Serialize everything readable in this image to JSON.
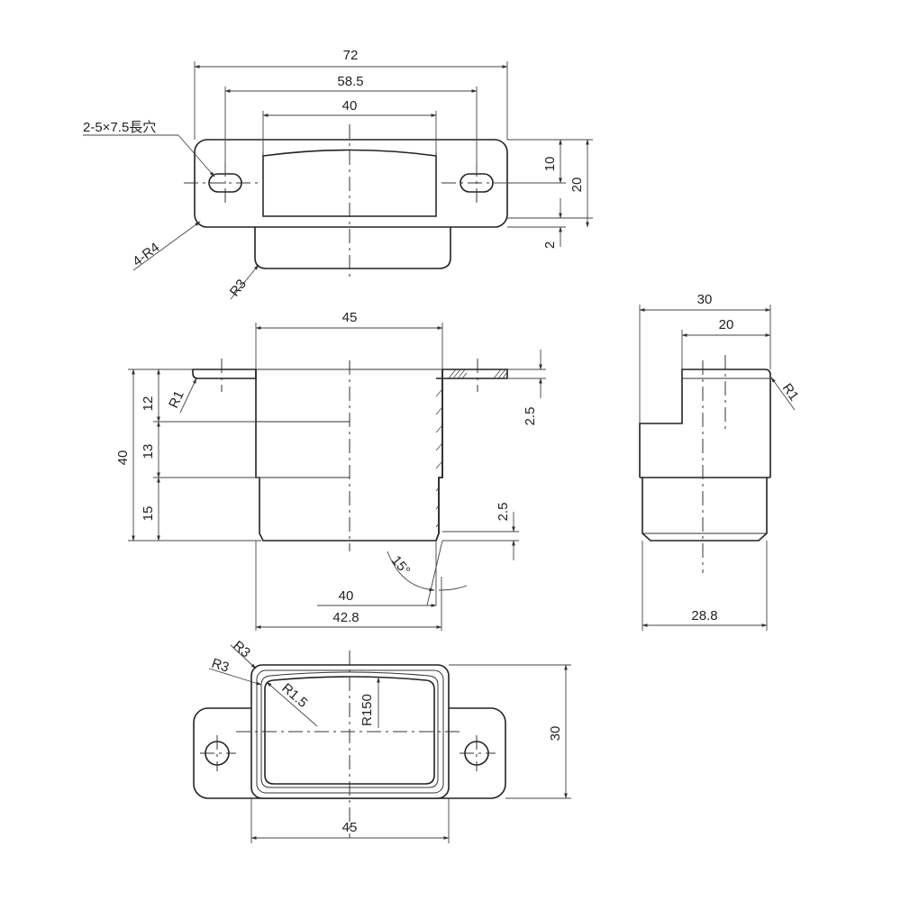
{
  "top_view": {
    "dim_overall_width": "72",
    "dim_hole_pitch": "58.5",
    "dim_opening_width": "40",
    "note_slots": "2-5×7.5長穴",
    "note_corner_radius": "4-R4",
    "note_body_radius": "R3",
    "dim_slot_center": "10",
    "dim_flange_height": "20",
    "dim_step": "2"
  },
  "front_view": {
    "dim_body_width": "45",
    "dim_height_total": "40",
    "dim_seg_top": "12",
    "dim_seg_mid": "13",
    "dim_seg_bottom": "15",
    "note_flange_radius": "R1",
    "dim_flange_thickness": "2.5",
    "dim_wall_thickness": "2.5",
    "note_taper_angle": "15°",
    "dim_bottom_inner": "40",
    "dim_bottom_outer": "42.8"
  },
  "side_view": {
    "dim_top_overall": "30",
    "dim_top_flange": "20",
    "note_edge_radius": "R1",
    "dim_bottom_width": "28.8"
  },
  "bottom_view": {
    "note_outer_radius": "R3",
    "note_inner_radius": "R3",
    "note_small_radius": "R1.5",
    "note_large_radius": "R150",
    "dim_depth": "30",
    "dim_body_width": "45"
  }
}
